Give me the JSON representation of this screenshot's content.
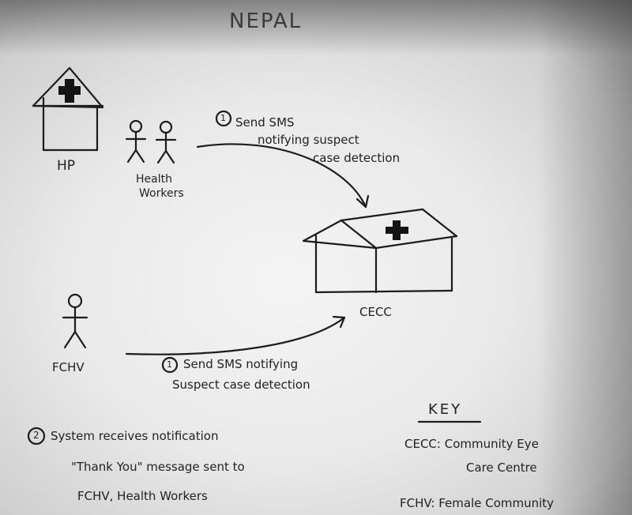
{
  "title": "NEPAL",
  "labels": {
    "hp": "HP",
    "health_workers_1": "Health",
    "health_workers_2": "Workers",
    "fchv": "FCHV",
    "cecc": "CECC"
  },
  "sms_top": {
    "step_num": "1",
    "line1": "Send SMS",
    "line2": "notifying suspect",
    "line3": "case detection"
  },
  "sms_bottom": {
    "step_num": "1",
    "line1": "Send SMS notifying",
    "line2": "Suspect case detection"
  },
  "step2": {
    "step_num": "2",
    "line1": "System receives notification",
    "line2": "\"Thank You\" message sent to",
    "line3": "FCHV, Health Workers"
  },
  "key": {
    "heading": "KEY",
    "cecc_line1": "CECC: Community Eye",
    "cecc_line2": "Care Centre",
    "fchv_line1": "FCHV: Female Community"
  }
}
